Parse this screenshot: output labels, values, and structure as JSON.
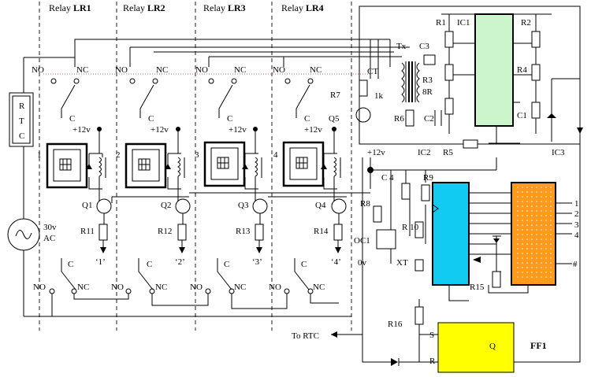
{
  "relays": [
    {
      "label": "Relay ",
      "bold": "LR1",
      "num": "1",
      "q": "Q1",
      "r": "R11",
      "out": "‘1’"
    },
    {
      "label": "Relay ",
      "bold": "LR2",
      "num": "2",
      "q": "Q2",
      "r": "R12",
      "out": "‘2’"
    },
    {
      "label": "Relay ",
      "bold": "LR3",
      "num": "3",
      "q": "Q3",
      "r": "R13",
      "out": "‘3’"
    },
    {
      "label": "Relay ",
      "bold": "LR4",
      "num": "4",
      "q": "Q4",
      "r": "R14",
      "out": "‘4’"
    }
  ],
  "contacts": {
    "no": "NO",
    "nc": "NC",
    "c": "C"
  },
  "supply": "+12v",
  "rtc": {
    "lines": [
      "R",
      "T",
      "C"
    ],
    "ac1": "30v",
    "ac2": "AC"
  },
  "components": {
    "tx": "Tx",
    "ct": "CT",
    "r1k": "1k",
    "r7": "R7",
    "q5": "Q5",
    "r1": "R1",
    "ic1": "IC1",
    "r2": "R2",
    "c3": "C3",
    "r3": "R3",
    "r8ohm": "8R",
    "r4": "R4",
    "r6": "R6",
    "c2": "C2",
    "c1": "C1",
    "r5": "R5",
    "ic2": "IC2",
    "ic3": "IC3",
    "c4": "C 4",
    "r9": "R9",
    "r8": "R8",
    "r10": "R 10",
    "oc1": "OC1",
    "zero": "0v",
    "xt": "XT",
    "r15": "R15",
    "r16": "R16",
    "ff1": "FF1",
    "s": "S",
    "rr": "R",
    "q": "Q",
    "to_rtc": "To RTC",
    "plus12": "+12v"
  },
  "keypad": [
    "1",
    "2",
    "3",
    "4",
    "#"
  ],
  "colors": {
    "ic1": "#ccf5cc",
    "ic2": "#11ccf0",
    "ic3": "#ff9a1a",
    "ff1": "#ffff00",
    "dots": "#ffd2a0"
  }
}
